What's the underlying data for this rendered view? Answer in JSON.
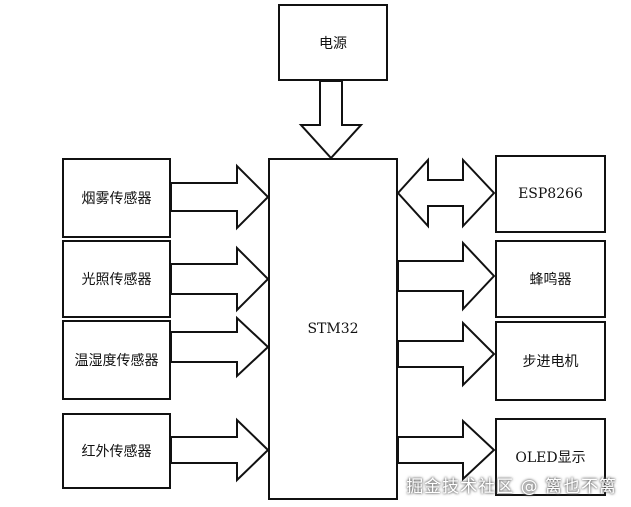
{
  "diagram": {
    "power": "电源",
    "mcu": "STM32",
    "inputs": [
      "烟雾传感器",
      "光照传感器",
      "温湿度传感器",
      "红外传感器"
    ],
    "outputs": [
      "ESP8266",
      "蜂鸣器",
      "步进电机",
      "OLED显示"
    ]
  },
  "watermark": "掘金技术社区 @ 篱也不篱"
}
